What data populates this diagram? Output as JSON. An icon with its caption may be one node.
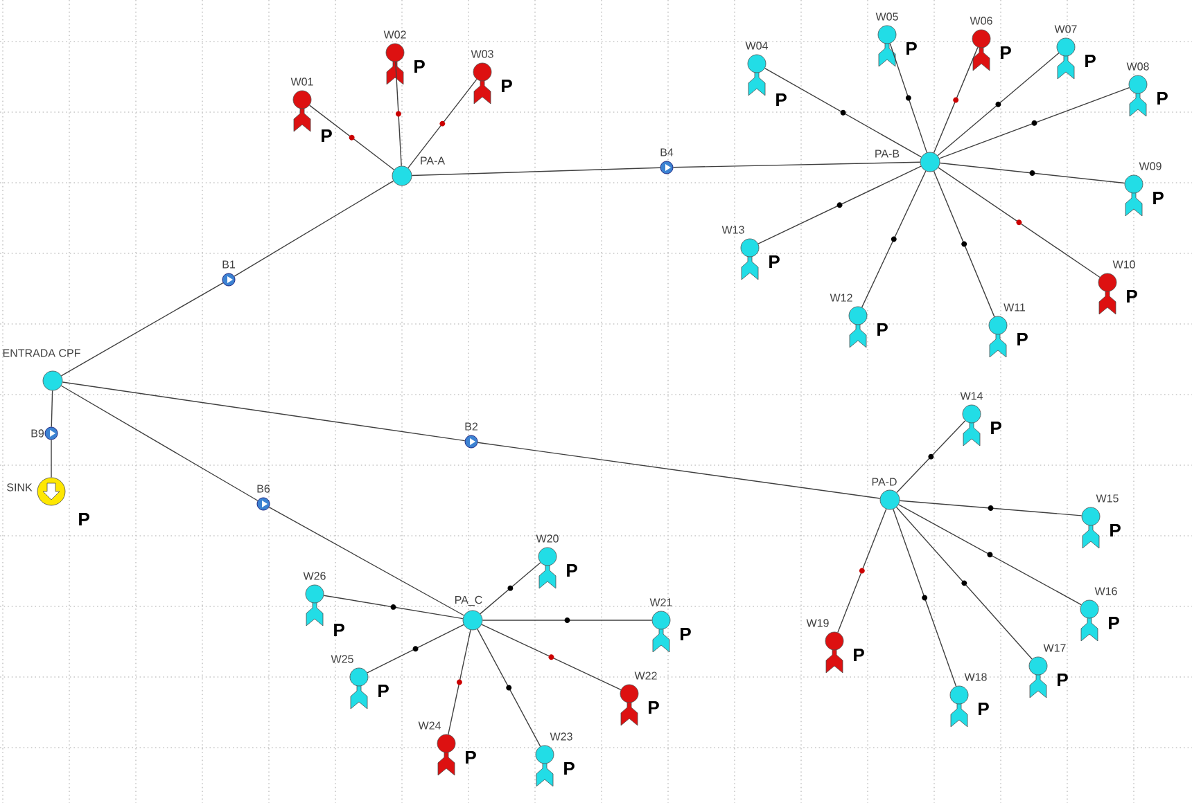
{
  "diagram": {
    "nodes": [
      {
        "text": [
          "ENTRADA CPF"
        ]
      },
      {
        "text": [
          "B1"
        ]
      },
      {
        "text": [
          "PA-A"
        ]
      },
      {
        "text": [
          "B4"
        ]
      },
      {
        "text": [
          "PA-B"
        ]
      },
      {
        "text": [
          "B2"
        ]
      },
      {
        "text": [
          "PA-D"
        ]
      },
      {
        "text": [
          "B6"
        ]
      },
      {
        "text": [
          "PA_C"
        ]
      },
      {
        "text": [
          "B9"
        ]
      },
      {
        "text": [
          "SINK"
        ],
        "beside": [
          "P"
        ]
      },
      {
        "text": [
          "W01"
        ],
        "beside": [
          "P"
        ]
      },
      {
        "text": [
          "W02"
        ],
        "beside": [
          "P"
        ]
      },
      {
        "text": [
          "W03"
        ],
        "beside": [
          "P"
        ]
      },
      {
        "text": [
          "W04"
        ],
        "beside": [
          "P"
        ]
      },
      {
        "text": [
          "W05"
        ],
        "beside": [
          "P"
        ]
      },
      {
        "text": [
          "W06"
        ],
        "beside": [
          "P"
        ]
      },
      {
        "text": [
          "W07"
        ],
        "beside": [
          "P"
        ]
      },
      {
        "text": [
          "W08"
        ],
        "beside": [
          "P"
        ]
      },
      {
        "text": [
          "W09"
        ],
        "beside": [
          "P"
        ]
      },
      {
        "text": [
          "W10"
        ],
        "beside": [
          "P"
        ]
      },
      {
        "text": [
          "W11"
        ],
        "beside": [
          "P"
        ]
      },
      {
        "text": [
          "W12"
        ],
        "beside": [
          "P"
        ]
      },
      {
        "text": [
          "W13"
        ],
        "beside": [
          "P"
        ]
      },
      {
        "text": [
          "W14"
        ],
        "beside": [
          "P"
        ]
      },
      {
        "text": [
          "W15"
        ],
        "beside": [
          "P"
        ]
      },
      {
        "text": [
          "W16"
        ],
        "beside": [
          "P"
        ]
      },
      {
        "text": [
          "W17"
        ],
        "beside": [
          "P"
        ]
      },
      {
        "text": [
          "W18"
        ],
        "beside": [
          "P"
        ]
      },
      {
        "text": [
          "W19"
        ],
        "beside": [
          "P"
        ]
      },
      {
        "text": [
          "W20"
        ],
        "beside": [
          "P"
        ]
      },
      {
        "text": [
          "W21"
        ],
        "beside": [
          "P"
        ]
      },
      {
        "text": [
          "W22"
        ],
        "beside": [
          "P"
        ]
      },
      {
        "text": [
          "W23"
        ],
        "beside": [
          "P"
        ]
      },
      {
        "text": [
          "W24"
        ],
        "beside": [
          "P"
        ]
      },
      {
        "text": [
          "W25"
        ],
        "beside": [
          "P"
        ]
      },
      {
        "text": [
          "W26"
        ],
        "beside": [
          "P"
        ]
      }
    ],
    "edges": [
      {
        "from": 2,
        "to": 1,
        "arrow": "none"
      },
      {
        "from": 1,
        "to": 0,
        "arrow": "none"
      },
      {
        "from": 4,
        "to": 3,
        "arrow": "none"
      },
      {
        "from": 3,
        "to": 2,
        "arrow": "none"
      },
      {
        "from": 6,
        "to": 5,
        "arrow": "none"
      },
      {
        "from": 5,
        "to": 0,
        "arrow": "none"
      },
      {
        "from": 8,
        "to": 7,
        "arrow": "none"
      },
      {
        "from": 7,
        "to": 0,
        "arrow": "none"
      },
      {
        "from": 0,
        "to": 9,
        "arrow": "none"
      },
      {
        "from": 9,
        "to": 10,
        "arrow": "none"
      },
      {
        "from": 11,
        "to": 2,
        "arrow": "none"
      },
      {
        "from": 12,
        "to": 2,
        "arrow": "none"
      },
      {
        "from": 13,
        "to": 2,
        "arrow": "none"
      },
      {
        "from": 14,
        "to": 4,
        "arrow": "none"
      },
      {
        "from": 15,
        "to": 4,
        "arrow": "none"
      },
      {
        "from": 16,
        "to": 4,
        "arrow": "none"
      },
      {
        "from": 17,
        "to": 4,
        "arrow": "none"
      },
      {
        "from": 18,
        "to": 4,
        "arrow": "none"
      },
      {
        "from": 19,
        "to": 4,
        "arrow": "none"
      },
      {
        "from": 20,
        "to": 4,
        "arrow": "none"
      },
      {
        "from": 21,
        "to": 4,
        "arrow": "none"
      },
      {
        "from": 22,
        "to": 4,
        "arrow": "none"
      },
      {
        "from": 23,
        "to": 4,
        "arrow": "none"
      },
      {
        "from": 24,
        "to": 6,
        "arrow": "none"
      },
      {
        "from": 25,
        "to": 6,
        "arrow": "none"
      },
      {
        "from": 26,
        "to": 6,
        "arrow": "none"
      },
      {
        "from": 27,
        "to": 6,
        "arrow": "none"
      },
      {
        "from": 28,
        "to": 6,
        "arrow": "none"
      },
      {
        "from": 29,
        "to": 6,
        "arrow": "none"
      },
      {
        "from": 30,
        "to": 8,
        "arrow": "none"
      },
      {
        "from": 31,
        "to": 8,
        "arrow": "none"
      },
      {
        "from": 32,
        "to": 8,
        "arrow": "none"
      },
      {
        "from": 33,
        "to": 8,
        "arrow": "none"
      },
      {
        "from": 34,
        "to": 8,
        "arrow": "none"
      },
      {
        "from": 35,
        "to": 8,
        "arrow": "none"
      },
      {
        "from": 36,
        "to": 8,
        "arrow": "none"
      }
    ]
  }
}
